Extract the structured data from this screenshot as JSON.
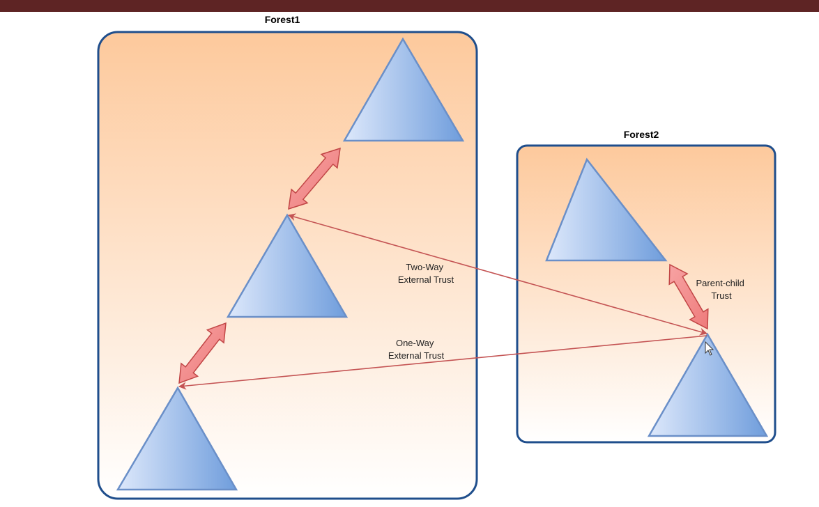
{
  "colors": {
    "top_bar": "#5e2424",
    "forest_border": "#1f4e8c",
    "forest_fill_top": "#fdc99c",
    "forest_fill_bottom": "#ffffff",
    "domain_fill_light": "#dde8fb",
    "domain_fill_dark": "#6f9ddc",
    "domain_stroke": "#6a8fc8",
    "arrow_fill": "#ee7b7b",
    "arrow_stroke": "#c14646",
    "trust_line": "#c45454"
  },
  "forests": [
    {
      "id": "forest1",
      "title": "Forest1"
    },
    {
      "id": "forest2",
      "title": "Forest2"
    }
  ],
  "trusts": {
    "two_way": {
      "line1": "Two-Way",
      "line2": "External Trust"
    },
    "one_way": {
      "line1": "One-Way",
      "line2": "External Trust"
    },
    "parent_child": {
      "line1": "Parent-child",
      "line2": "Trust"
    }
  },
  "icons": {
    "cursor": "mouse-pointer-icon"
  }
}
